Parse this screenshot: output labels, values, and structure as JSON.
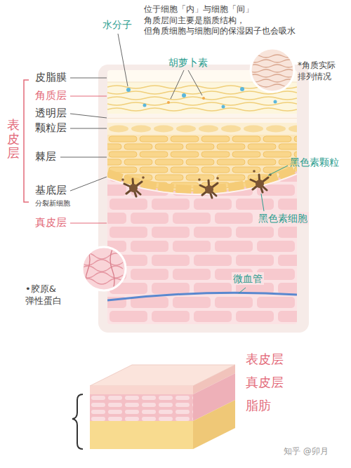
{
  "diagram": {
    "labels": [
      "水分子",
      "位于细胞「内」与细胞「间」 角质层间主要是脂质结构， 但角质细胞与细胞间的保湿因子也会吸水",
      "胡萝卜素",
      "*角质实际 排列情况",
      "皮脂膜",
      "角质层",
      "表皮层",
      "透明层",
      "颗粒层",
      "棘层",
      "黑色素颗粒",
      "基底层",
      "分裂新细胞",
      "黑色素细胞",
      "真皮层",
      "微血管",
      "•胶原& 弹性蛋白",
      "表皮层",
      "真皮层",
      "脂肪",
      "知乎 @卯月"
    ]
  }
}
